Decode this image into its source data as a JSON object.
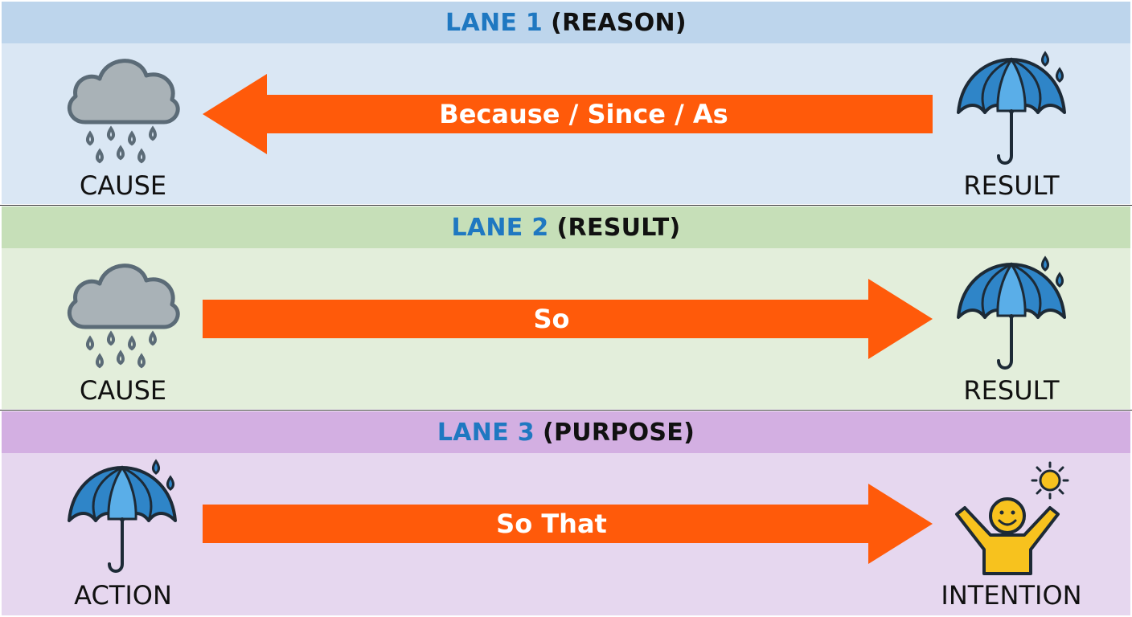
{
  "colors": {
    "arrow": "#ff5a0a",
    "lane_number": "#1f78c1",
    "lane1_header": "#bdd5ec",
    "lane1_body": "#dae7f4",
    "lane2_header": "#c6dfb8",
    "lane2_body": "#e3eedb",
    "lane3_header": "#d3afe2",
    "lane3_body": "#e6d7ef"
  },
  "lanes": [
    {
      "number": "LANE 1",
      "title": "(REASON)",
      "arrow_direction": "left",
      "arrow_text": "Because / Since / As",
      "left": {
        "icon": "rain-cloud-icon",
        "label": "CAUSE"
      },
      "right": {
        "icon": "umbrella-icon",
        "label": "RESULT"
      }
    },
    {
      "number": "LANE 2",
      "title": "(RESULT)",
      "arrow_direction": "right",
      "arrow_text": "So",
      "left": {
        "icon": "rain-cloud-icon",
        "label": "CAUSE"
      },
      "right": {
        "icon": "umbrella-icon",
        "label": "RESULT"
      }
    },
    {
      "number": "LANE 3",
      "title": "(PURPOSE)",
      "arrow_direction": "right",
      "arrow_text": "So That",
      "left": {
        "icon": "umbrella-icon",
        "label": "ACTION"
      },
      "right": {
        "icon": "happy-person-sun-icon",
        "label": "INTENTION"
      }
    }
  ]
}
